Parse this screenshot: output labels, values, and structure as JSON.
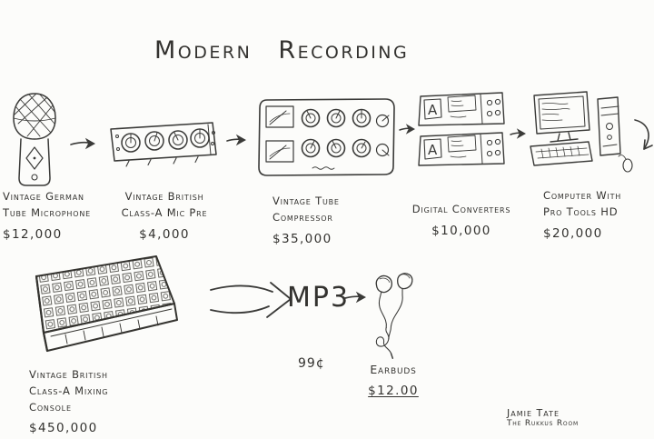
{
  "title": "Modern Recording",
  "chain": [
    {
      "lines": [
        "Vintage German",
        "Tube Microphone"
      ],
      "price": "$12,000"
    },
    {
      "lines": [
        "Vintage British",
        "Class-A Mic Pre"
      ],
      "price": "$4,000"
    },
    {
      "lines": [
        "Vintage Tube",
        "Compressor"
      ],
      "price": "$35,000"
    },
    {
      "lines": [
        "Digital Converters"
      ],
      "price": "$10,000"
    },
    {
      "lines": [
        "Computer With",
        "Pro Tools HD"
      ],
      "price": "$20,000"
    }
  ],
  "console": {
    "lines": [
      "Vintage British",
      "Class-A Mixing",
      "Console"
    ],
    "price": "$450,000"
  },
  "output": {
    "format": "MP3",
    "format_price": "99¢",
    "device": "Earbuds",
    "device_price": "$12.00"
  },
  "signature": {
    "line1": "Jamie Tate",
    "line2": "The Rukkus Room"
  },
  "glyphs": {
    "converter_letter": "A"
  }
}
